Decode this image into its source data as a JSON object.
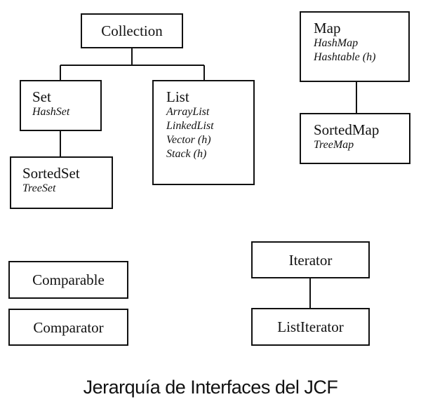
{
  "nodes": {
    "collection": {
      "label": "Collection"
    },
    "set": {
      "label": "Set",
      "impls": [
        "HashSet"
      ]
    },
    "sortedset": {
      "label": "SortedSet",
      "impls": [
        "TreeSet"
      ]
    },
    "list": {
      "label": "List",
      "impls": [
        "ArrayList",
        "LinkedList",
        "Vector (h)",
        "Stack (h)"
      ]
    },
    "map": {
      "label": "Map",
      "impls": [
        "HashMap",
        "Hashtable (h)"
      ]
    },
    "sortedmap": {
      "label": "SortedMap",
      "impls": [
        "TreeMap"
      ]
    },
    "comparable": {
      "label": "Comparable"
    },
    "comparator": {
      "label": "Comparator"
    },
    "iterator": {
      "label": "Iterator"
    },
    "listiterator": {
      "label": "ListIterator"
    }
  },
  "caption": "Jerarquía de Interfaces del JCF",
  "colors": {
    "line": "#111111",
    "background": "#ffffff"
  }
}
